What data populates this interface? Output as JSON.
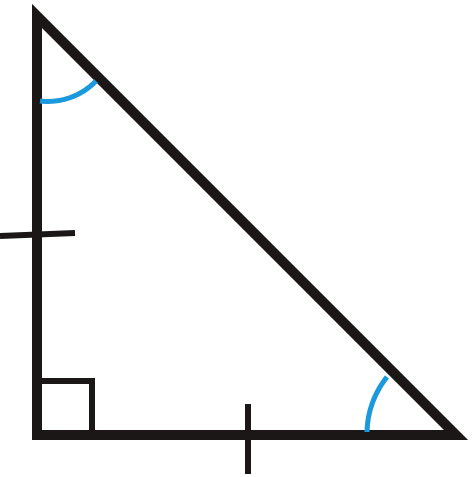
{
  "figure": {
    "shape": "right isosceles triangle",
    "marks": {
      "congruent_sides": [
        "vertical-leg",
        "horizontal-leg"
      ],
      "right_angle_vertex": "bottom-left",
      "equal_acute_angles": [
        "top",
        "bottom-right"
      ]
    }
  },
  "colors": {
    "stroke": "#1c1717",
    "angle_arc": "#1a99dd",
    "background": "#ffffff"
  }
}
